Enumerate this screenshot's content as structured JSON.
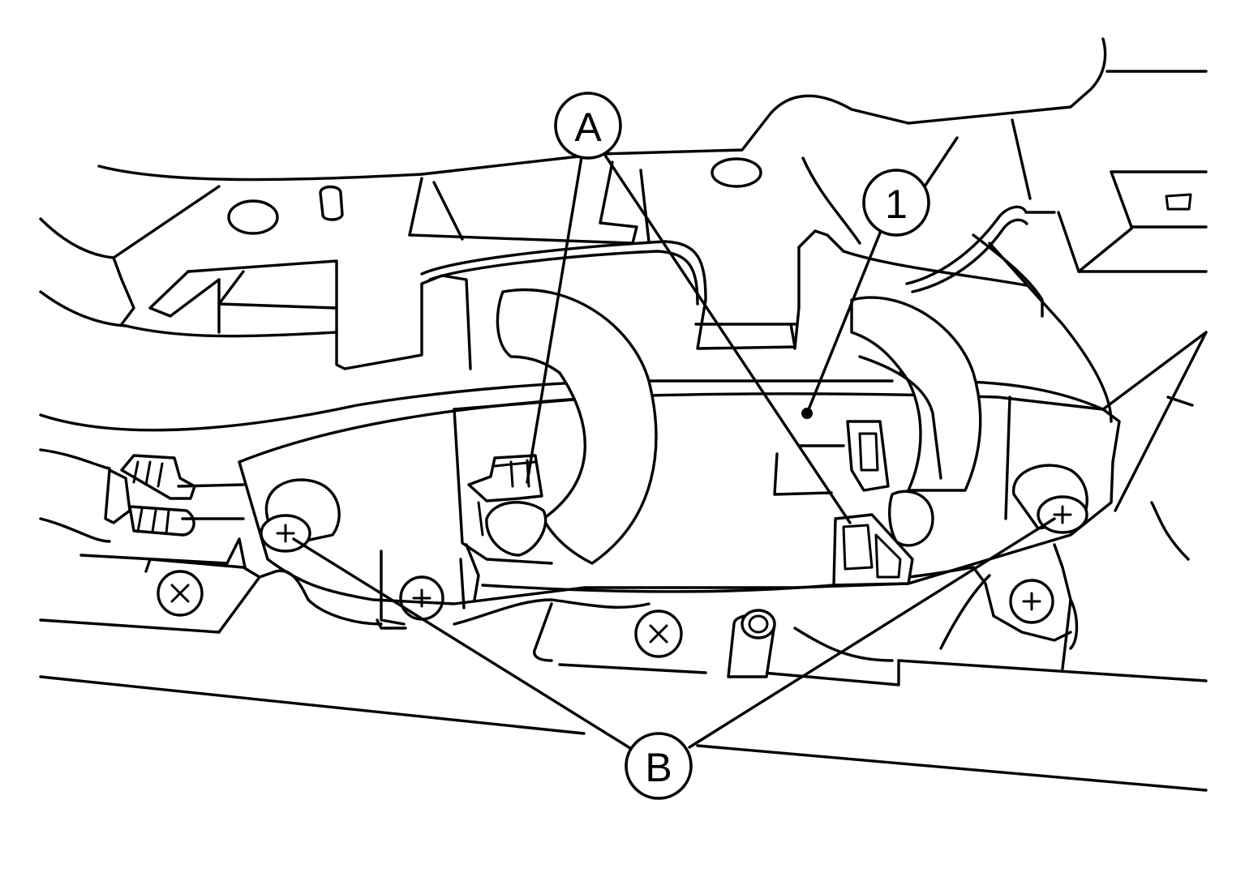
{
  "callouts": {
    "a": {
      "label": "A"
    },
    "one": {
      "label": "1"
    },
    "b": {
      "label": "B"
    }
  },
  "colors": {
    "ink": "#000000",
    "paper": "#ffffff"
  }
}
